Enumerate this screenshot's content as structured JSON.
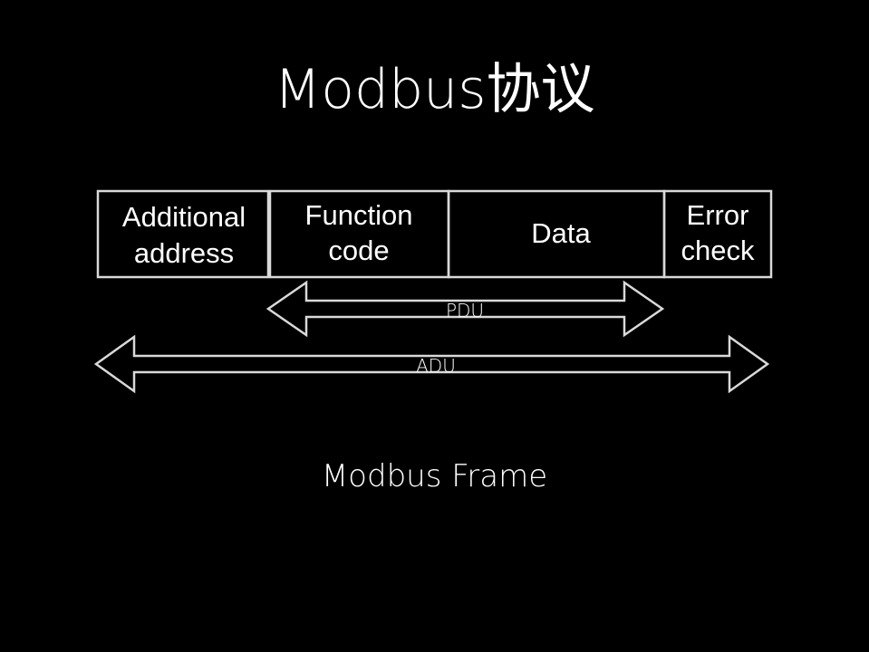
{
  "slide": {
    "title": "Modbus协议",
    "caption": "Modbus Frame",
    "colors": {
      "background": "#000000",
      "text": "#ffffff",
      "stroke": "#d9d9d9"
    }
  },
  "frame": {
    "cells": [
      {
        "id": "additional-address",
        "lines": [
          "Additional",
          "address"
        ]
      },
      {
        "id": "function-code",
        "lines": [
          "Function",
          "code"
        ]
      },
      {
        "id": "data",
        "lines": [
          "Data"
        ]
      },
      {
        "id": "error-check",
        "lines": [
          "Error",
          "check"
        ]
      }
    ]
  },
  "spans": {
    "pdu": {
      "label": "PDU",
      "covers": [
        "function-code",
        "data"
      ]
    },
    "adu": {
      "label": "ADU",
      "covers": [
        "additional-address",
        "function-code",
        "data",
        "error-check"
      ]
    }
  }
}
